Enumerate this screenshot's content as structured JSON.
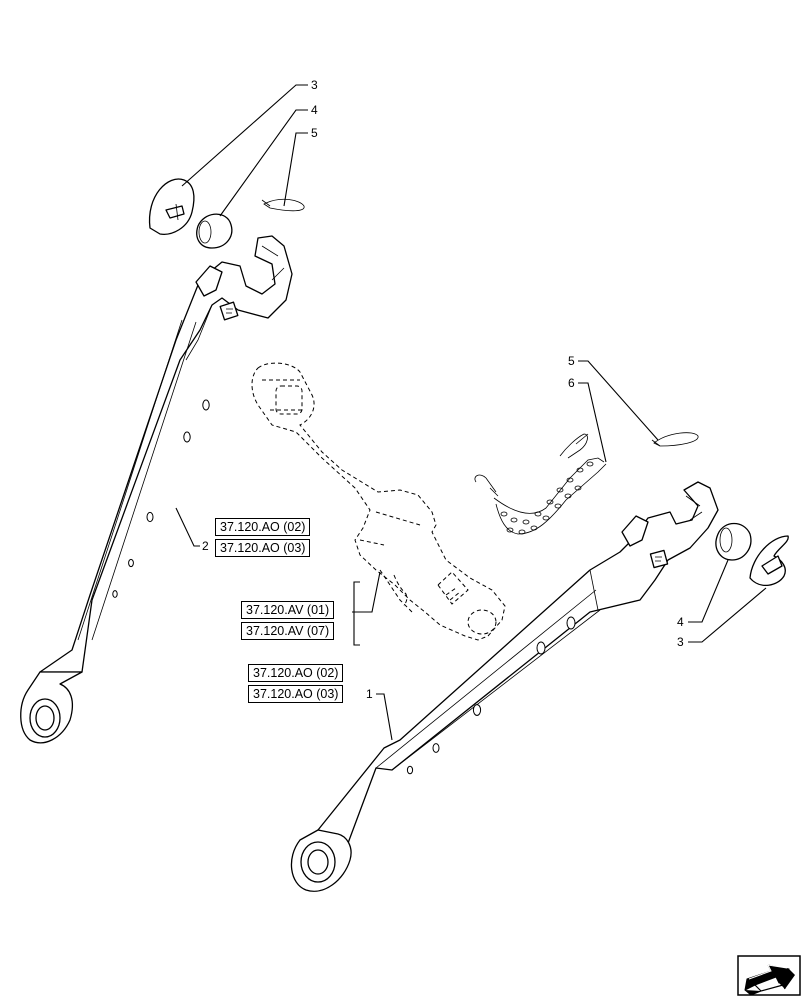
{
  "callouts": {
    "item_1": "1",
    "item_2": "2",
    "item_3_top": "3",
    "item_4_top": "4",
    "item_5_top": "5",
    "item_5_right": "5",
    "item_6": "6",
    "item_4_right": "4",
    "item_3_right": "3"
  },
  "references": {
    "left_arm_a": "37.120.AO (02)",
    "left_arm_b": "37.120.AO (03)",
    "center_a": "37.120.AV (01)",
    "center_b": "37.120.AV (07)",
    "right_arm_a": "37.120.AO (02)",
    "right_arm_b": "37.120.AO (03)"
  },
  "navigation": {
    "icon": "next-page-arrow-icon"
  }
}
